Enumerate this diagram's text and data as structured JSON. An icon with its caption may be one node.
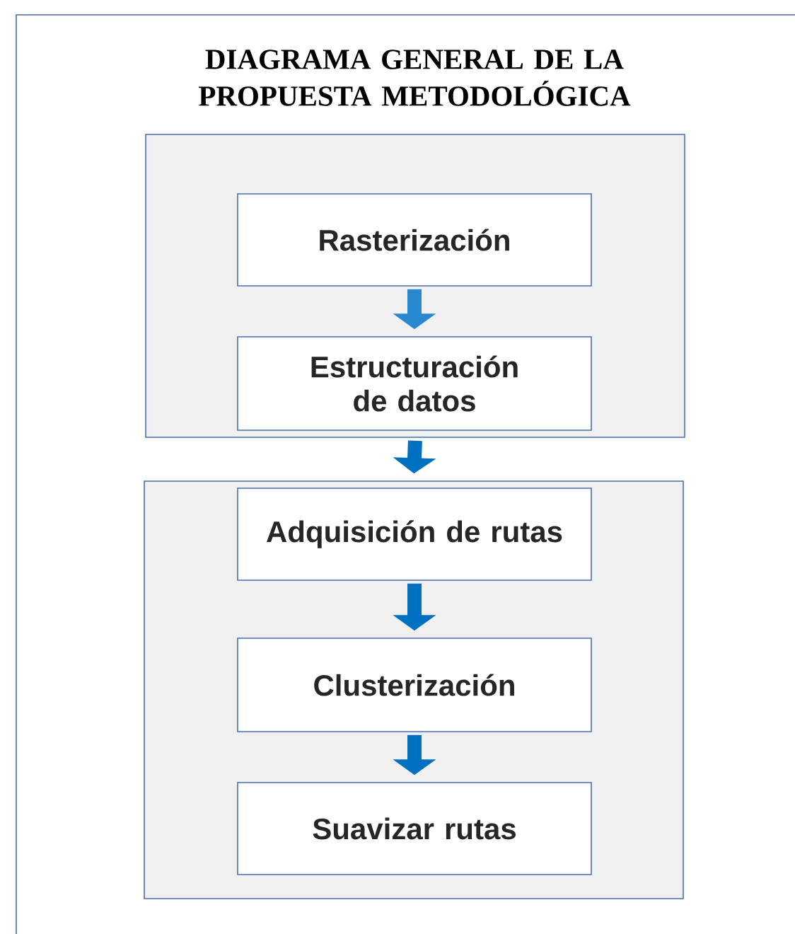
{
  "diagram": {
    "title": "DIAGRAMA GENERAL DE LA PROPUESTA METODOLÓGICA",
    "nodes": [
      {
        "text": [],
        "shape": "box"
      },
      {
        "text": [
          "Rasterización"
        ],
        "in": 0
      },
      {
        "text": [
          "Estructuración de datos"
        ],
        "in": 0
      },
      {
        "text": [],
        "shape": "box"
      },
      {
        "text": [
          "Adquisición de rutas"
        ],
        "in": 3
      },
      {
        "text": [
          "Clusterización"
        ],
        "in": 3
      },
      {
        "text": [
          "Suavizar rutas"
        ],
        "in": 3
      }
    ],
    "edges": [
      {
        "from": 1,
        "to": 2,
        "arrow": "to",
        "color": "#2a88d0"
      },
      {
        "from": 0,
        "to": 3,
        "arrow": "to"
      },
      {
        "from": 4,
        "to": 5,
        "arrow": "to"
      },
      {
        "from": 5,
        "to": 6,
        "arrow": "to"
      }
    ]
  }
}
